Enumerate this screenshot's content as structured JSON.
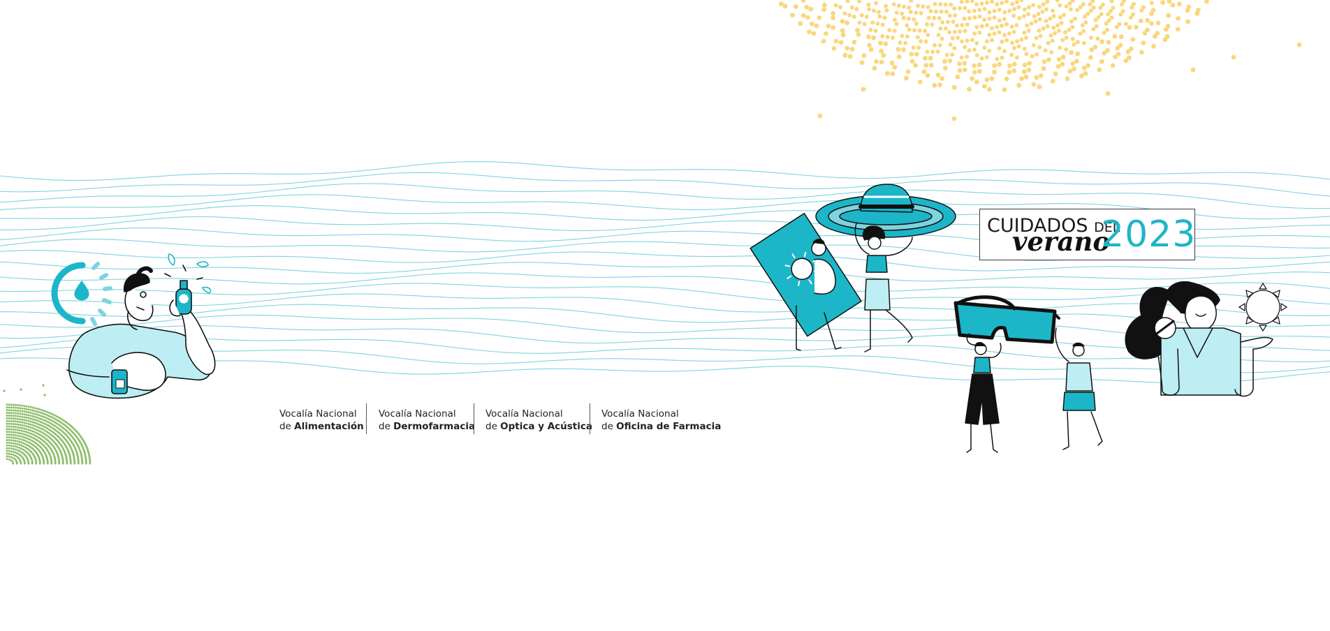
{
  "title": {
    "line1_main": "CUIDADOS",
    "line1_small": "DEL",
    "line2": "verano",
    "year": "2023"
  },
  "vocalias": [
    {
      "label": "Vocalía Nacional",
      "prefix": "de",
      "name": "Alimentación"
    },
    {
      "label": "Vocalía Nacional",
      "prefix": "de",
      "name": "Dermofarmacia"
    },
    {
      "label": "Vocalía Nacional",
      "prefix": "de",
      "name": "Optica y Acústica"
    },
    {
      "label": "Vocalía Nacional",
      "prefix": "de",
      "name": "Oficina de Farmacia"
    }
  ],
  "colors": {
    "accent": "#1cb6c8",
    "accent_light": "#bdeef3",
    "wave_lines": "#7fd3de",
    "sun_dots": "#f9d77e",
    "green_dots": "#8dbd6a",
    "ink": "#111111"
  },
  "icons": [
    "sun-dots-decoration",
    "wave-lines-background",
    "green-dots-decoration",
    "man-with-water-bottle-illustration",
    "hydration-drop-icon",
    "people-carrying-sunscreen-illustration",
    "sun-hat-illustration",
    "people-holding-sunglasses-illustration",
    "woman-with-pill-illustration",
    "sun-icon"
  ]
}
